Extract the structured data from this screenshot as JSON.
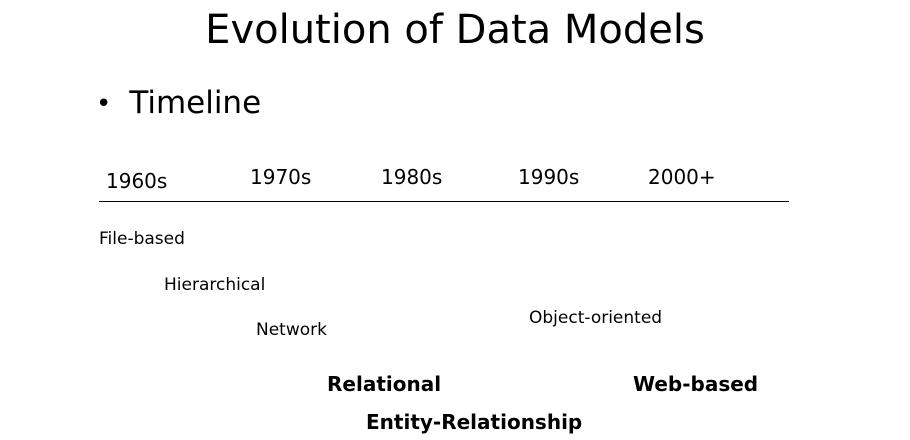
{
  "slide": {
    "title": "Evolution of Data Models",
    "bullet_marker": "•",
    "bullet": "Timeline"
  },
  "timeline": {
    "labels": [
      "1960s",
      "1970s",
      "1980s",
      "1990s",
      "2000+"
    ]
  },
  "models": {
    "file_based": "File-based",
    "hierarchical": "Hierarchical",
    "network": "Network",
    "object_oriented": "Object-oriented",
    "relational": "Relational",
    "web_based": "Web-based",
    "entity_relationship": "Entity-Relationship"
  }
}
